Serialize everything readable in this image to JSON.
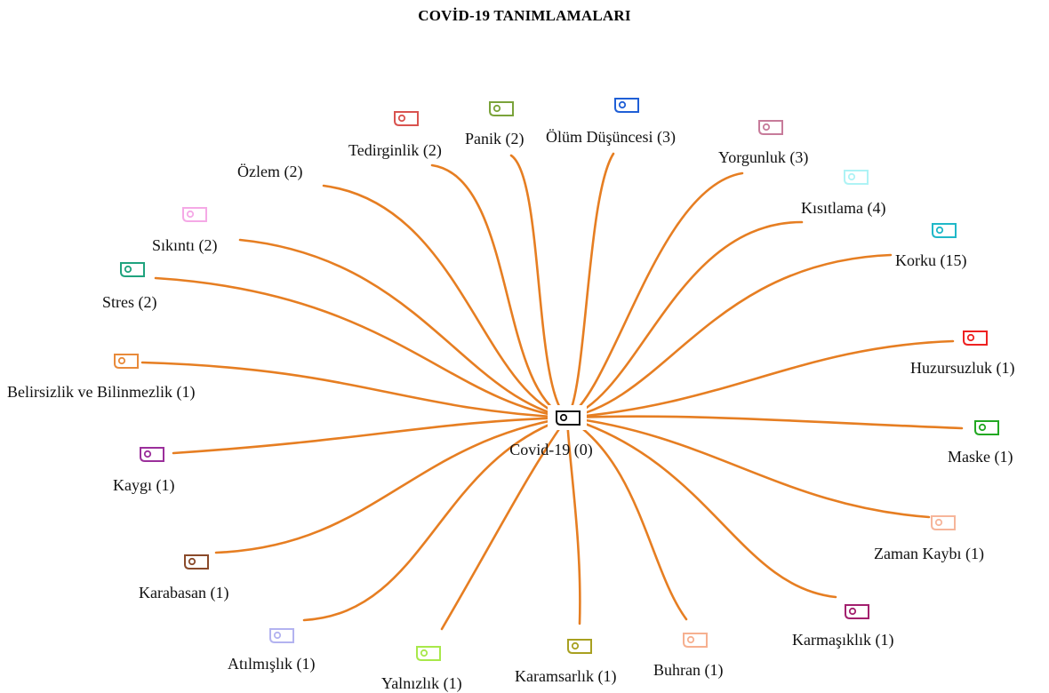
{
  "title": "COVİD-19 TANIMLAMALARI",
  "center": {
    "label": "Covid-19 (0)",
    "color": "#111111"
  },
  "edge_color": "#e67e22",
  "codes": [
    {
      "label": "Tedirginlik (2)",
      "color": "#d9534f"
    },
    {
      "label": "Panik (2)",
      "color": "#7aa33a"
    },
    {
      "label": "Ölüm Düşüncesi (3)",
      "color": "#1f5fd6"
    },
    {
      "label": "Yorgunluk (3)",
      "color": "#c77b9a"
    },
    {
      "label": "Özlem (2)",
      "color": ""
    },
    {
      "label": "Kısıtlama (4)",
      "color": "#aef3f5"
    },
    {
      "label": "Sıkıntı (2)",
      "color": "#f5a9e6"
    },
    {
      "label": "Korku (15)",
      "color": "#20b8c8"
    },
    {
      "label": "Stres (2)",
      "color": "#1fa37e"
    },
    {
      "label": "Huzursuzluk (1)",
      "color": "#ee2222"
    },
    {
      "label": "Belirsizlik ve Bilinmezlik (1)",
      "color": "#e88a3a"
    },
    {
      "label": "Maske (1)",
      "color": "#22a822"
    },
    {
      "label": "Kaygı (1)",
      "color": "#9b2f9b"
    },
    {
      "label": "Zaman Kaybı (1)",
      "color": "#f6b59a"
    },
    {
      "label": "Karabasan (1)",
      "color": "#8a4a2a"
    },
    {
      "label": "Karmaşıklık (1)",
      "color": "#a3206e"
    },
    {
      "label": "Atılmışlık (1)",
      "color": "#b3b3f0"
    },
    {
      "label": "Yalnızlık (1)",
      "color": "#a8e84a"
    },
    {
      "label": "Karamsarlık (1)",
      "color": "#a8a020"
    },
    {
      "label": "Buhran (1)",
      "color": "#f6b090"
    }
  ]
}
